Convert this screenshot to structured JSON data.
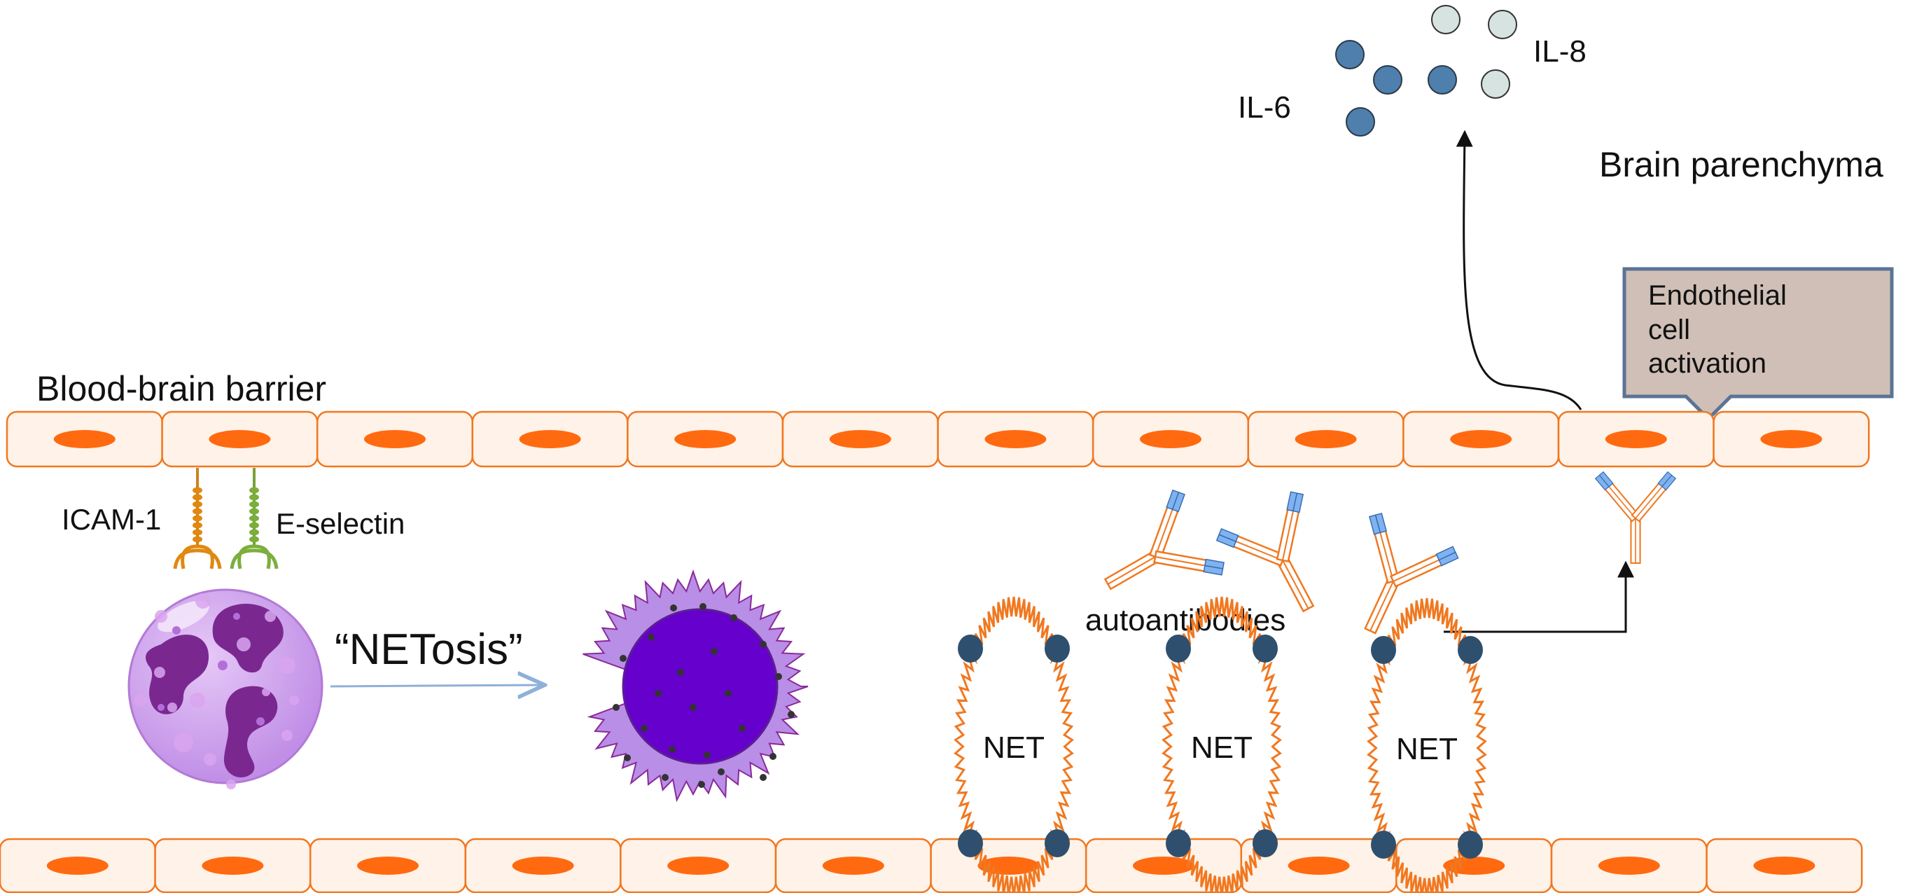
{
  "labels": {
    "il6": "IL-6",
    "il8": "IL-8",
    "brain_parenchyma": "Brain parenchyma",
    "bbb": "Blood-brain barrier",
    "icam1": "ICAM-1",
    "eselectin": "E-selectin",
    "netosis": "“NETosis”",
    "autoantibodies": "autoantibodies",
    "net": "NET"
  },
  "activation_box": {
    "lines": [
      "Endothelial",
      "cell",
      "activation"
    ]
  },
  "colors": {
    "cell_fill": "#fff2e8",
    "cell_border": "#f07820",
    "nucleus": "#ff6a10",
    "il6_dot": "#4f7fac",
    "il8_dot": "#d6e3e1",
    "antibody_stroke": "#f07820",
    "antibody_tip": "#7fb2f0",
    "net_strand": "#f07820",
    "net_bead": "#2f4f6e",
    "callout_fill": "#cfbfb6",
    "callout_border": "#5b7396",
    "neutrophil": "#cc99ee",
    "neutrophil_nucleus": "#7a2890",
    "netotic_cell": "#b98ee6",
    "netotic_nucleus": "#6600cc"
  }
}
